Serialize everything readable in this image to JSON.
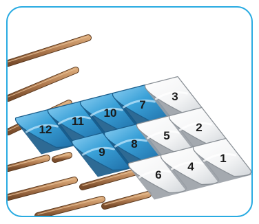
{
  "diagram": {
    "frame_color": "#29abe2",
    "tile_colors": {
      "blue": "#3aa1d8",
      "white": "#ffffff"
    },
    "batten_color": "#b07a4f",
    "tiles": [
      {
        "number": "1",
        "color": "white"
      },
      {
        "number": "2",
        "color": "white"
      },
      {
        "number": "3",
        "color": "white"
      },
      {
        "number": "4",
        "color": "white"
      },
      {
        "number": "5",
        "color": "white"
      },
      {
        "number": "6",
        "color": "white"
      },
      {
        "number": "7",
        "color": "blue"
      },
      {
        "number": "8",
        "color": "blue"
      },
      {
        "number": "9",
        "color": "blue"
      },
      {
        "number": "10",
        "color": "blue"
      },
      {
        "number": "11",
        "color": "blue"
      },
      {
        "number": "12",
        "color": "blue"
      }
    ]
  }
}
